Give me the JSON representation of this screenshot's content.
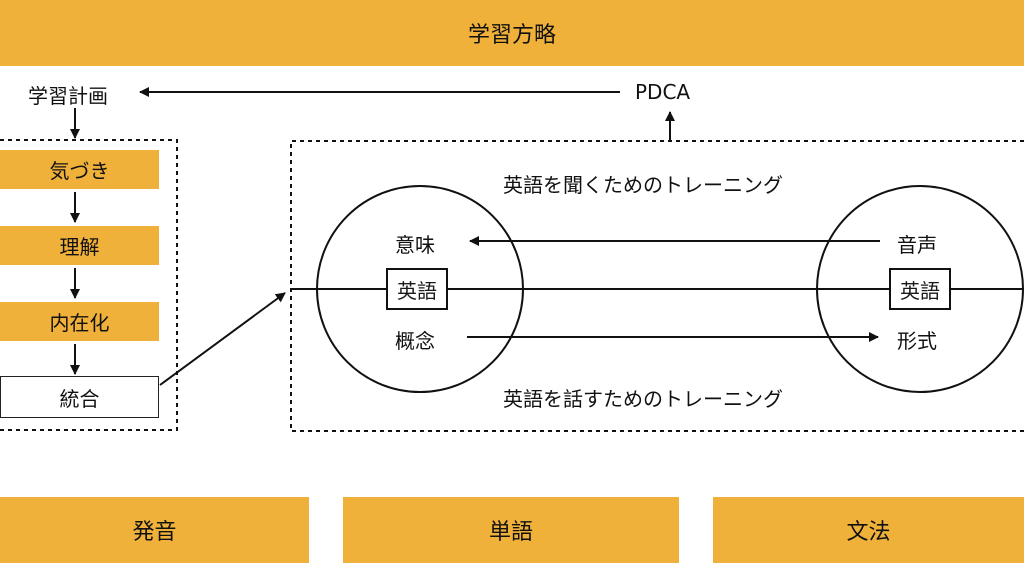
{
  "header": {
    "title": "学習方略"
  },
  "cycle": {
    "plan_label": "学習計画",
    "pdca_label": "PDCA"
  },
  "steps": [
    {
      "label": "気づき"
    },
    {
      "label": "理解"
    },
    {
      "label": "内在化"
    },
    {
      "label": "統合"
    }
  ],
  "training": {
    "listening_title": "英語を聞くためのトレーニング",
    "speaking_title": "英語を話すためのトレーニング",
    "left_circle": {
      "top": "意味",
      "center": "英語",
      "bottom": "概念"
    },
    "right_circle": {
      "top": "音声",
      "center": "英語",
      "bottom": "形式"
    }
  },
  "foundations": [
    {
      "label": "発音"
    },
    {
      "label": "単語"
    },
    {
      "label": "文法"
    }
  ],
  "colors": {
    "accent": "#f0b13a",
    "line": "#111111"
  }
}
